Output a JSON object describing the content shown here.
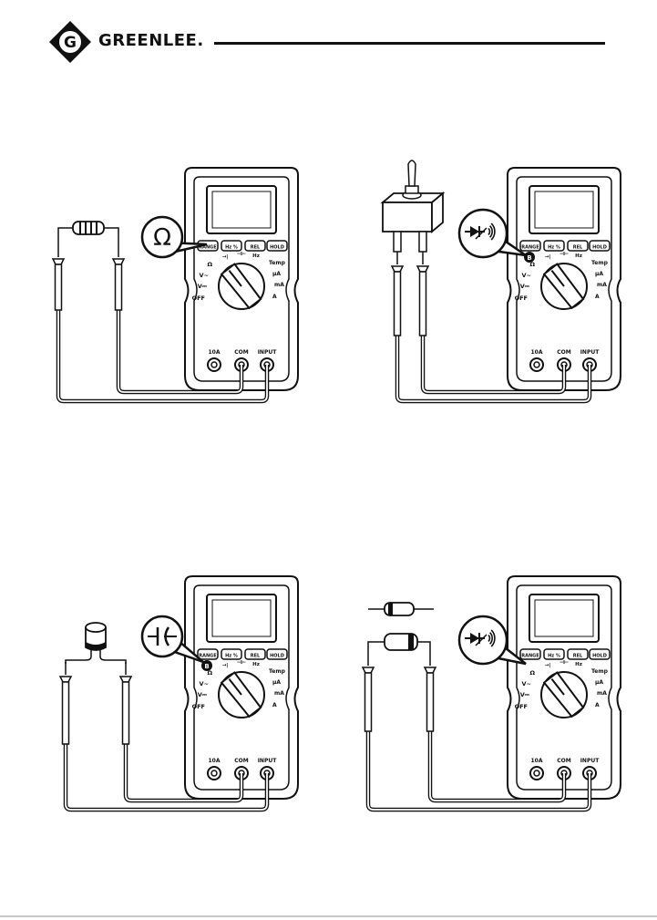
{
  "brand": {
    "name": "GREENLEE.",
    "logo_letter": "G"
  },
  "meter": {
    "buttons": [
      "RANGE",
      "Hz %",
      "REL",
      "HOLD"
    ],
    "dial_left": [
      "Ω",
      "V~",
      "V⎓",
      "OFF"
    ],
    "dial_top": [
      "→|",
      "⊣⊢",
      "Hz"
    ],
    "dial_right": [
      "Temp",
      "μA",
      "mA",
      "A"
    ],
    "jacks": [
      "10A",
      "COM",
      "INPUT"
    ],
    "b_label": "B"
  },
  "panels": [
    {
      "id": "resistance",
      "callout_symbol": "Ω",
      "component": "resistor"
    },
    {
      "id": "continuity",
      "callout_symbol": "diode-continuity",
      "component": "toggle-switch"
    },
    {
      "id": "capacitance",
      "callout_symbol": "capacitor",
      "component": "capacitor"
    },
    {
      "id": "diode",
      "callout_symbol": "diode-continuity",
      "component": "diode"
    }
  ],
  "colors": {
    "ink": "#111111",
    "paper": "#ffffff"
  }
}
